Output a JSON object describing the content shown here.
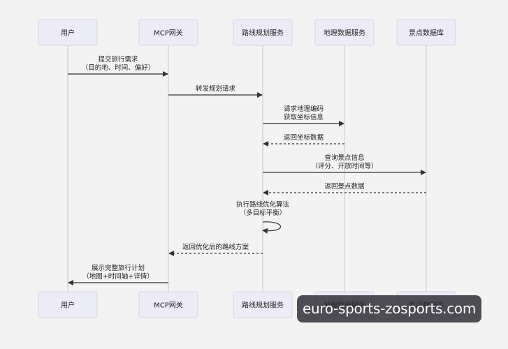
{
  "participants": [
    "用户",
    "MCP网关",
    "路线规划服务",
    "地理数据服务",
    "景点数据库"
  ],
  "messages": [
    {
      "from": 0,
      "to": 1,
      "style": "solid",
      "lines": [
        "提交旅行需求",
        "（目的地、时间、偏好）"
      ]
    },
    {
      "from": 1,
      "to": 2,
      "style": "solid",
      "lines": [
        "转发规划请求"
      ]
    },
    {
      "from": 2,
      "to": 3,
      "style": "solid",
      "lines": [
        "请求地理编码",
        "获取坐标信息"
      ]
    },
    {
      "from": 3,
      "to": 2,
      "style": "dashed",
      "lines": [
        "返回坐标数据"
      ]
    },
    {
      "from": 2,
      "to": 4,
      "style": "solid",
      "lines": [
        "查询景点信息",
        "（评分、开放时间等）"
      ]
    },
    {
      "from": 4,
      "to": 2,
      "style": "dashed",
      "lines": [
        "返回景点数据"
      ]
    },
    {
      "from": 2,
      "to": 2,
      "style": "self",
      "lines": [
        "执行路线优化算法",
        "（多目标平衡）"
      ]
    },
    {
      "from": 2,
      "to": 1,
      "style": "dashed",
      "lines": [
        "返回优化后的路线方案"
      ]
    },
    {
      "from": 1,
      "to": 0,
      "style": "solid",
      "lines": [
        "展示完整旅行计划",
        "（地图+时间轴+详情）"
      ]
    }
  ],
  "watermark": "euro-sports-zosports.com",
  "colors": {
    "background": "#f3f3f3",
    "box_fill": "#ececf8",
    "box_stroke": "#d4d4e0",
    "lifeline": "#cfcfcf",
    "arrow": "#333333",
    "text": "#222222"
  }
}
